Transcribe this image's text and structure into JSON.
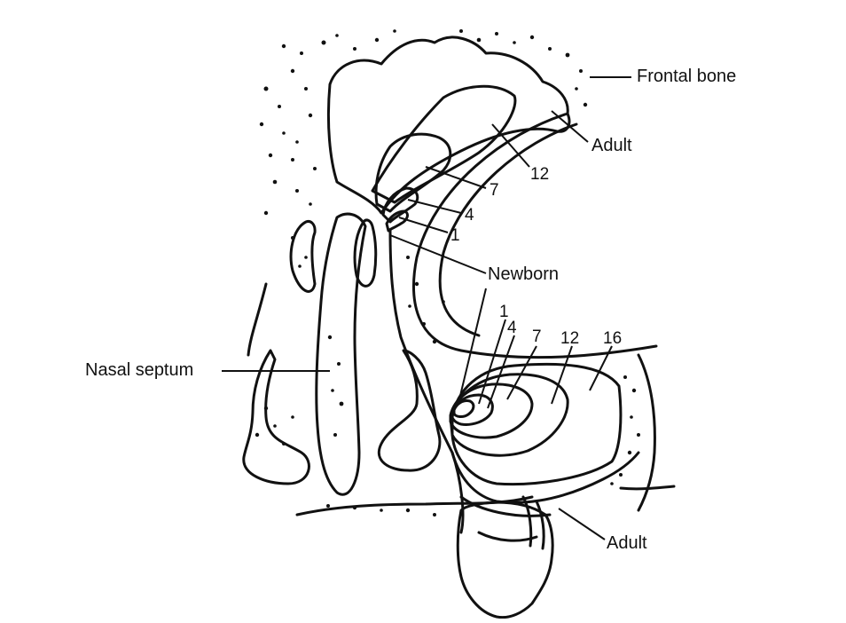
{
  "diagram": {
    "labels": {
      "frontal_bone": "Frontal bone",
      "adult_frontal": "Adult",
      "age_12_frontal": "12",
      "age_7_frontal": "7",
      "age_4_frontal": "4",
      "age_1_frontal": "1",
      "newborn": "Newborn",
      "nasal_septum": "Nasal septum",
      "age_1_maxillary": "1",
      "age_4_maxillary": "4",
      "age_7_maxillary": "7",
      "age_12_maxillary": "12",
      "age_16_maxillary": "16",
      "adult_maxillary": "Adult"
    },
    "colors": {
      "ink": "#111111",
      "background": "#ffffff"
    }
  }
}
